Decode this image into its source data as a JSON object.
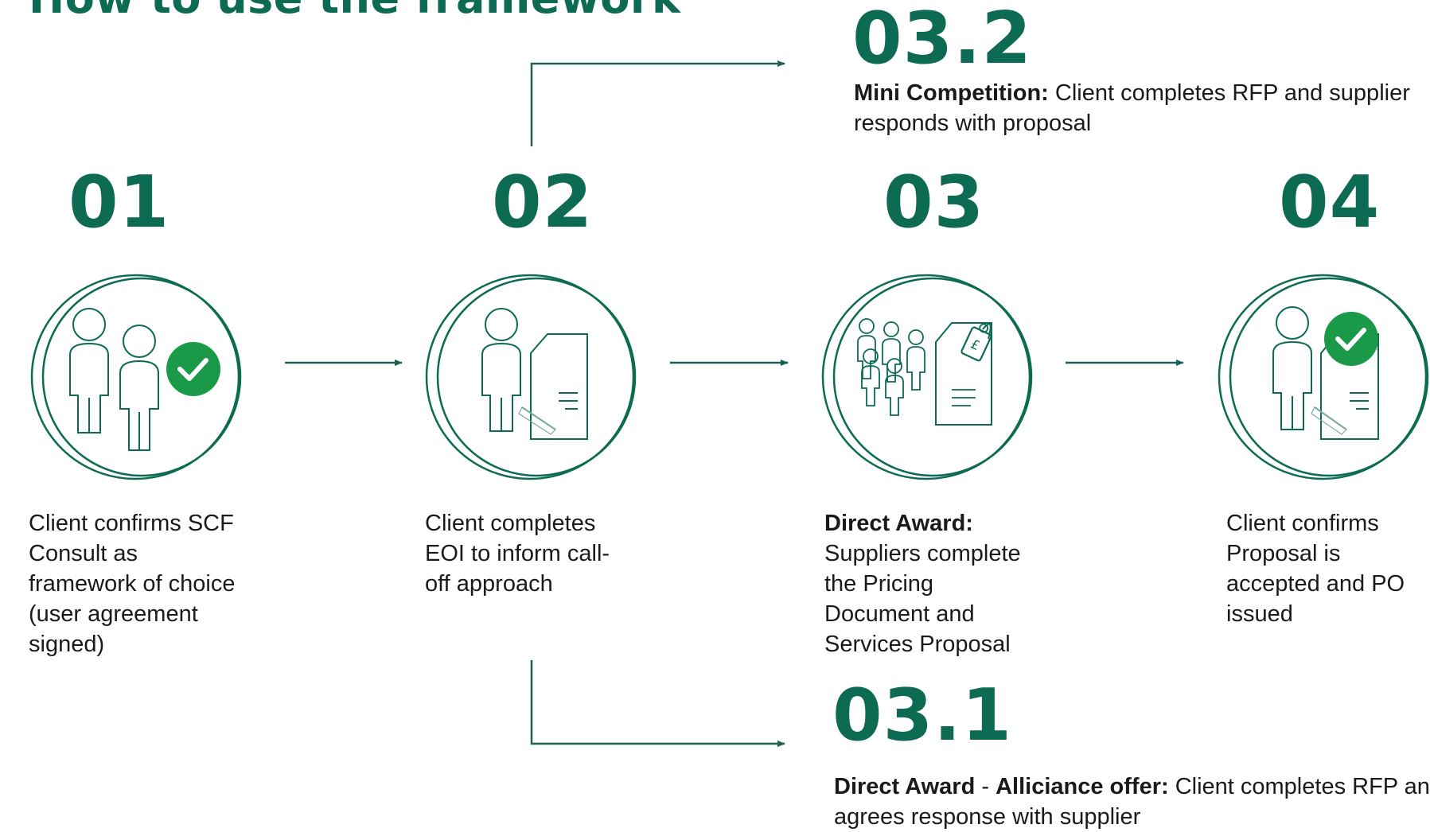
{
  "title": "How to use the framework",
  "colors": {
    "accent": "#0c6b52",
    "check": "#1a9a48",
    "line": "#1f5f55"
  },
  "steps": [
    {
      "number": "01",
      "icon": "two-people-with-check-icon",
      "lines": [
        "Client confirms SCF",
        "Consult as",
        "framework of choice",
        "(user agreement",
        "signed)"
      ]
    },
    {
      "number": "02",
      "icon": "person-with-document-icon",
      "lines": [
        "Client completes",
        "EOI to inform call-",
        "off approach"
      ]
    },
    {
      "number": "03",
      "icon": "group-with-priced-document-icon",
      "bold": "Direct Award:",
      "lines": [
        "Suppliers complete",
        "the Pricing",
        "Document and",
        "Services Proposal"
      ]
    },
    {
      "number": "04",
      "icon": "person-with-approved-document-icon",
      "lines": [
        "Client confirms",
        "Proposal is",
        "accepted and PO",
        "issued"
      ]
    }
  ],
  "branches": {
    "upper": {
      "number": "03.2",
      "bold": "Mini Competition:",
      "line1": " Client completes RFP and supplier",
      "line2": "responds with proposal"
    },
    "lower": {
      "number": "03.1",
      "bold1": "Direct Award",
      "sep": " - ",
      "bold2": "Alliciance offer:",
      "line1": " Client completes RFP and",
      "line2": "agrees response with supplier"
    }
  }
}
